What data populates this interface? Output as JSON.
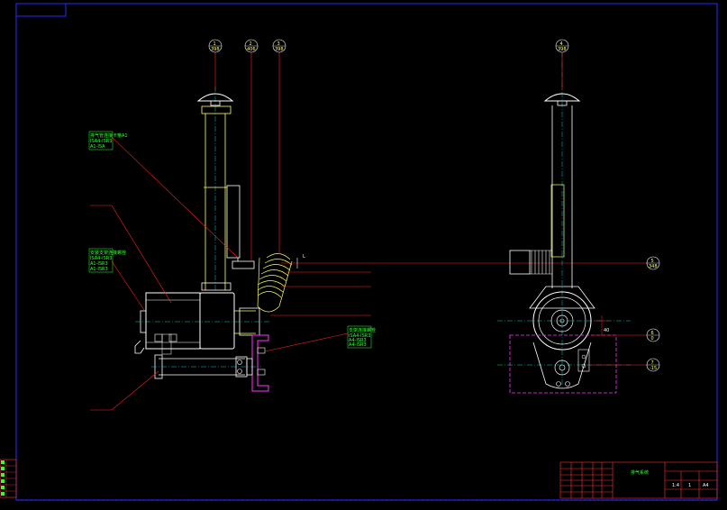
{
  "drawing": {
    "colors": {
      "background": "#000000",
      "border": "#2a2aff",
      "outline": "#ffffff",
      "tube": "#ffff66",
      "center": "#00cccc",
      "leader": "#ff2020",
      "note": "#33ff33",
      "mount": "#ff33ff",
      "title": "#ff3030"
    },
    "bubbles": [
      {
        "id": "b1",
        "top": "1",
        "bottom": "398"
      },
      {
        "id": "b2",
        "top": "2",
        "bottom": "406"
      },
      {
        "id": "b3",
        "top": "3",
        "bottom": "398"
      },
      {
        "id": "b4",
        "top": "4",
        "bottom": "398"
      },
      {
        "id": "b5",
        "top": "5",
        "bottom": "348"
      },
      {
        "id": "b6",
        "top": "6",
        "bottom": "0"
      },
      {
        "id": "b7",
        "top": "7",
        "bottom": "-15"
      }
    ],
    "notes": [
      {
        "id": "n1",
        "lines": [
          "排气管连接卡箍A1",
          "ISA4-ISR3",
          "A1-ISA"
        ]
      },
      {
        "id": "n2",
        "lines": [
          "安装支架连接螺栓",
          "ISA4-ISR3",
          "A1-ISR3",
          "A1-ISR3"
        ]
      },
      {
        "id": "n3",
        "lines": [
          "支架连接螺栓",
          "ISA4-ISR3",
          "A4-ISR3",
          "A4-ISR3"
        ]
      }
    ],
    "dim_left": "L",
    "dim_right": "40",
    "title_block": {
      "name": "排气系统",
      "scale": "1:4",
      "sheet": "1",
      "rev": "A4"
    }
  }
}
